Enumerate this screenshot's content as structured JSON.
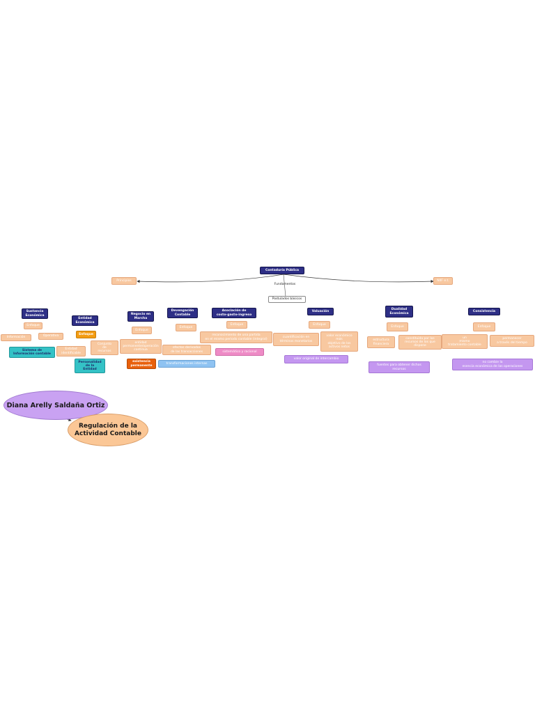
{
  "root": {
    "label": "Contaduría Pública"
  },
  "left_branch": {
    "label": "Principios"
  },
  "right_branch": {
    "label": "NIIF e.t."
  },
  "link_label": "Fundamentos",
  "postulados": {
    "label": "Postulados básicos"
  },
  "columns": [
    {
      "id": "sustancia",
      "title": "Sustancia\nEconómica",
      "nodes": [
        "Enfoque",
        "Información",
        "Operativa",
        "Sistema de\nInformación contable"
      ]
    },
    {
      "id": "entidad",
      "title": "Entidad\nEconómica",
      "nodes": [
        "Enfoque",
        "Entidad\nidentificable",
        "Conjunto\nde\nrecursos",
        "Personalidad\nde la\nEntidad"
      ]
    },
    {
      "id": "negocio",
      "title": "Negocio en\nMarcha",
      "nodes": [
        "Enfoque",
        "entidad\npermanente/operación\ncontinua",
        "existencia\npermanente"
      ]
    },
    {
      "id": "devengacion",
      "title": "Devengación\nContable",
      "nodes": [
        "Enfoque",
        "efectos derivados\nde las transacciones",
        "transformaciones internas"
      ]
    },
    {
      "id": "asociacion",
      "title": "Asociación de\ncosto-gasto-ingreso",
      "nodes": [
        "Enfoque",
        "reconocimiento de una partida\nen el mismo periodo contable (integral)",
        "sistemático y racional"
      ]
    },
    {
      "id": "valuacion",
      "title": "Valuación",
      "nodes": [
        "Enfoque",
        "cuantificación en\ntérminos monetarios",
        "valor económico\nmás\nobjetivo de los\nactivos netos",
        "valor original de intercambio"
      ]
    },
    {
      "id": "dualidad",
      "title": "Dualidad\nEconómica",
      "nodes": [
        "Enfoque",
        "estructura\nfinanciera",
        "constituida por los\nrecursos de los que\ndispone",
        "fuentes para obtener dichos\nrecursos"
      ]
    },
    {
      "id": "consistencia",
      "title": "Consistencia",
      "nodes": [
        "Enfoque",
        "un\nmismo\ntratamiento contable",
        "permanecer\na través del tiempo",
        "no cambie la\nesencia económica de las operaciones"
      ]
    }
  ],
  "author": "Diana Arelly Saldaña Ortiz",
  "topic": "Regulación de la\nActividad Contable",
  "colors": {
    "title": "#2e2f86",
    "peach": "#f8c8a0",
    "orange": "#f39c12",
    "teal": "#34c2c6",
    "pink": "#ee8bc6",
    "purple": "#c497f0",
    "lightblue": "#8fc3f2"
  }
}
